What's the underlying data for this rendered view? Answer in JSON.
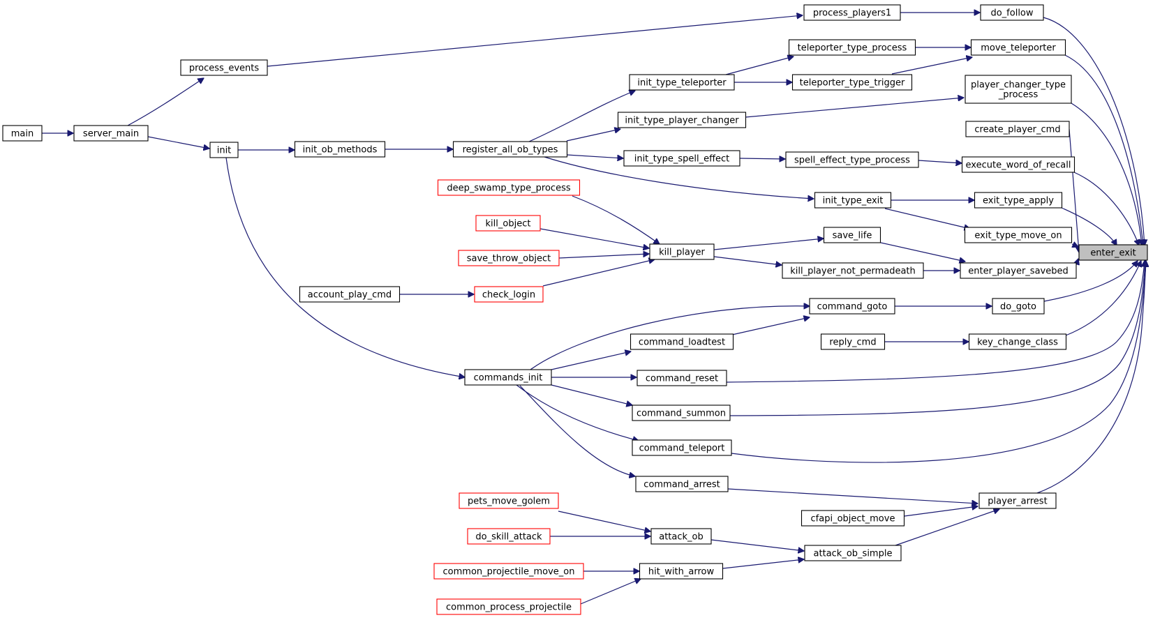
{
  "graph": {
    "colors": {
      "edge": "#191970",
      "node_border": "#000000",
      "truncated_border": "#ff0000",
      "root_fill": "#bfbfbf"
    },
    "nodes": [
      {
        "id": "enter_exit",
        "lines": [
          "enter_exit"
        ],
        "root": true
      },
      {
        "id": "do_follow",
        "lines": [
          "do_follow"
        ]
      },
      {
        "id": "move_teleporter",
        "lines": [
          "move_teleporter"
        ]
      },
      {
        "id": "player_changer_type_process",
        "lines": [
          "player_changer_type",
          "_process"
        ]
      },
      {
        "id": "create_player_cmd",
        "lines": [
          "create_player_cmd"
        ]
      },
      {
        "id": "execute_word_of_recall",
        "lines": [
          "execute_word_of_recall"
        ]
      },
      {
        "id": "exit_type_apply",
        "lines": [
          "exit_type_apply"
        ]
      },
      {
        "id": "exit_type_move_on",
        "lines": [
          "exit_type_move_on"
        ]
      },
      {
        "id": "enter_player_savebed",
        "lines": [
          "enter_player_savebed"
        ]
      },
      {
        "id": "do_goto",
        "lines": [
          "do_goto"
        ]
      },
      {
        "id": "key_change_class",
        "lines": [
          "key_change_class"
        ]
      },
      {
        "id": "player_arrest",
        "lines": [
          "player_arrest"
        ]
      },
      {
        "id": "process_players1",
        "lines": [
          "process_players1"
        ]
      },
      {
        "id": "teleporter_type_process",
        "lines": [
          "teleporter_type_process"
        ]
      },
      {
        "id": "teleporter_type_trigger",
        "lines": [
          "teleporter_type_trigger"
        ]
      },
      {
        "id": "spell_effect_type_process",
        "lines": [
          "spell_effect_type_process"
        ]
      },
      {
        "id": "init_type_exit",
        "lines": [
          "init_type_exit"
        ]
      },
      {
        "id": "save_life",
        "lines": [
          "save_life"
        ]
      },
      {
        "id": "kill_player_not_permadeath",
        "lines": [
          "kill_player_not_permadeath"
        ]
      },
      {
        "id": "command_goto",
        "lines": [
          "command_goto"
        ]
      },
      {
        "id": "reply_cmd",
        "lines": [
          "reply_cmd"
        ]
      },
      {
        "id": "cfapi_object_move",
        "lines": [
          "cfapi_object_move"
        ]
      },
      {
        "id": "attack_ob_simple",
        "lines": [
          "attack_ob_simple"
        ]
      },
      {
        "id": "init_type_teleporter",
        "lines": [
          "init_type_teleporter"
        ]
      },
      {
        "id": "init_type_player_changer",
        "lines": [
          "init_type_player_changer"
        ]
      },
      {
        "id": "init_type_spell_effect",
        "lines": [
          "init_type_spell_effect"
        ]
      },
      {
        "id": "kill_player",
        "lines": [
          "kill_player"
        ]
      },
      {
        "id": "command_loadtest",
        "lines": [
          "command_loadtest"
        ]
      },
      {
        "id": "command_reset",
        "lines": [
          "command_reset"
        ]
      },
      {
        "id": "command_summon",
        "lines": [
          "command_summon"
        ]
      },
      {
        "id": "command_teleport",
        "lines": [
          "command_teleport"
        ]
      },
      {
        "id": "command_arrest",
        "lines": [
          "command_arrest"
        ]
      },
      {
        "id": "attack_ob",
        "lines": [
          "attack_ob"
        ]
      },
      {
        "id": "hit_with_arrow",
        "lines": [
          "hit_with_arrow"
        ]
      },
      {
        "id": "register_all_ob_types",
        "lines": [
          "register_all_ob_types"
        ]
      },
      {
        "id": "deep_swamp_type_process",
        "lines": [
          "deep_swamp_type_process"
        ],
        "truncated": true
      },
      {
        "id": "kill_object",
        "lines": [
          "kill_object"
        ],
        "truncated": true
      },
      {
        "id": "save_throw_object",
        "lines": [
          "save_throw_object"
        ],
        "truncated": true
      },
      {
        "id": "check_login",
        "lines": [
          "check_login"
        ],
        "truncated": true
      },
      {
        "id": "commands_init",
        "lines": [
          "commands_init"
        ]
      },
      {
        "id": "pets_move_golem",
        "lines": [
          "pets_move_golem"
        ],
        "truncated": true
      },
      {
        "id": "do_skill_attack",
        "lines": [
          "do_skill_attack"
        ],
        "truncated": true
      },
      {
        "id": "common_projectile_move_on",
        "lines": [
          "common_projectile_move_on"
        ],
        "truncated": true
      },
      {
        "id": "common_process_projectile",
        "lines": [
          "common_process_projectile"
        ],
        "truncated": true
      },
      {
        "id": "init_ob_methods",
        "lines": [
          "init_ob_methods"
        ]
      },
      {
        "id": "account_play_cmd",
        "lines": [
          "account_play_cmd"
        ]
      },
      {
        "id": "process_events",
        "lines": [
          "process_events"
        ]
      },
      {
        "id": "init",
        "lines": [
          "init"
        ]
      },
      {
        "id": "server_main",
        "lines": [
          "server_main"
        ]
      },
      {
        "id": "main",
        "lines": [
          "main"
        ]
      }
    ],
    "edges": [
      {
        "from": "do_follow",
        "to": "enter_exit"
      },
      {
        "from": "move_teleporter",
        "to": "enter_exit"
      },
      {
        "from": "player_changer_type_process",
        "to": "enter_exit"
      },
      {
        "from": "create_player_cmd",
        "to": "enter_exit"
      },
      {
        "from": "execute_word_of_recall",
        "to": "enter_exit"
      },
      {
        "from": "exit_type_apply",
        "to": "enter_exit"
      },
      {
        "from": "exit_type_move_on",
        "to": "enter_exit"
      },
      {
        "from": "enter_player_savebed",
        "to": "enter_exit"
      },
      {
        "from": "do_goto",
        "to": "enter_exit"
      },
      {
        "from": "key_change_class",
        "to": "enter_exit"
      },
      {
        "from": "command_reset",
        "to": "enter_exit"
      },
      {
        "from": "command_summon",
        "to": "enter_exit"
      },
      {
        "from": "command_teleport",
        "to": "enter_exit"
      },
      {
        "from": "player_arrest",
        "to": "enter_exit"
      },
      {
        "from": "process_players1",
        "to": "do_follow"
      },
      {
        "from": "teleporter_type_process",
        "to": "move_teleporter"
      },
      {
        "from": "teleporter_type_trigger",
        "to": "move_teleporter"
      },
      {
        "from": "init_type_player_changer",
        "to": "player_changer_type_process"
      },
      {
        "from": "spell_effect_type_process",
        "to": "execute_word_of_recall"
      },
      {
        "from": "init_type_exit",
        "to": "exit_type_apply"
      },
      {
        "from": "init_type_exit",
        "to": "exit_type_move_on"
      },
      {
        "from": "save_life",
        "to": "enter_player_savebed"
      },
      {
        "from": "kill_player_not_permadeath",
        "to": "enter_player_savebed"
      },
      {
        "from": "command_goto",
        "to": "do_goto"
      },
      {
        "from": "reply_cmd",
        "to": "key_change_class"
      },
      {
        "from": "command_arrest",
        "to": "player_arrest"
      },
      {
        "from": "cfapi_object_move",
        "to": "player_arrest"
      },
      {
        "from": "attack_ob_simple",
        "to": "player_arrest"
      },
      {
        "from": "process_events",
        "to": "process_players1"
      },
      {
        "from": "init_type_teleporter",
        "to": "teleporter_type_process"
      },
      {
        "from": "init_type_teleporter",
        "to": "teleporter_type_trigger"
      },
      {
        "from": "init_type_spell_effect",
        "to": "spell_effect_type_process"
      },
      {
        "from": "register_all_ob_types",
        "to": "init_type_exit"
      },
      {
        "from": "kill_player",
        "to": "save_life"
      },
      {
        "from": "kill_player",
        "to": "kill_player_not_permadeath"
      },
      {
        "from": "commands_init",
        "to": "command_goto"
      },
      {
        "from": "command_loadtest",
        "to": "command_goto"
      },
      {
        "from": "attack_ob",
        "to": "attack_ob_simple"
      },
      {
        "from": "hit_with_arrow",
        "to": "attack_ob_simple"
      },
      {
        "from": "register_all_ob_types",
        "to": "init_type_teleporter"
      },
      {
        "from": "register_all_ob_types",
        "to": "init_type_player_changer"
      },
      {
        "from": "register_all_ob_types",
        "to": "init_type_spell_effect"
      },
      {
        "from": "deep_swamp_type_process",
        "to": "kill_player"
      },
      {
        "from": "kill_object",
        "to": "kill_player"
      },
      {
        "from": "save_throw_object",
        "to": "kill_player"
      },
      {
        "from": "check_login",
        "to": "kill_player"
      },
      {
        "from": "commands_init",
        "to": "command_loadtest"
      },
      {
        "from": "commands_init",
        "to": "command_reset"
      },
      {
        "from": "commands_init",
        "to": "command_summon"
      },
      {
        "from": "commands_init",
        "to": "command_teleport"
      },
      {
        "from": "commands_init",
        "to": "command_arrest"
      },
      {
        "from": "pets_move_golem",
        "to": "attack_ob"
      },
      {
        "from": "do_skill_attack",
        "to": "attack_ob"
      },
      {
        "from": "common_projectile_move_on",
        "to": "hit_with_arrow"
      },
      {
        "from": "common_process_projectile",
        "to": "hit_with_arrow"
      },
      {
        "from": "init_ob_methods",
        "to": "register_all_ob_types"
      },
      {
        "from": "account_play_cmd",
        "to": "check_login"
      },
      {
        "from": "init",
        "to": "init_ob_methods"
      },
      {
        "from": "init",
        "to": "commands_init"
      },
      {
        "from": "server_main",
        "to": "process_events"
      },
      {
        "from": "server_main",
        "to": "init"
      },
      {
        "from": "main",
        "to": "server_main"
      }
    ]
  }
}
